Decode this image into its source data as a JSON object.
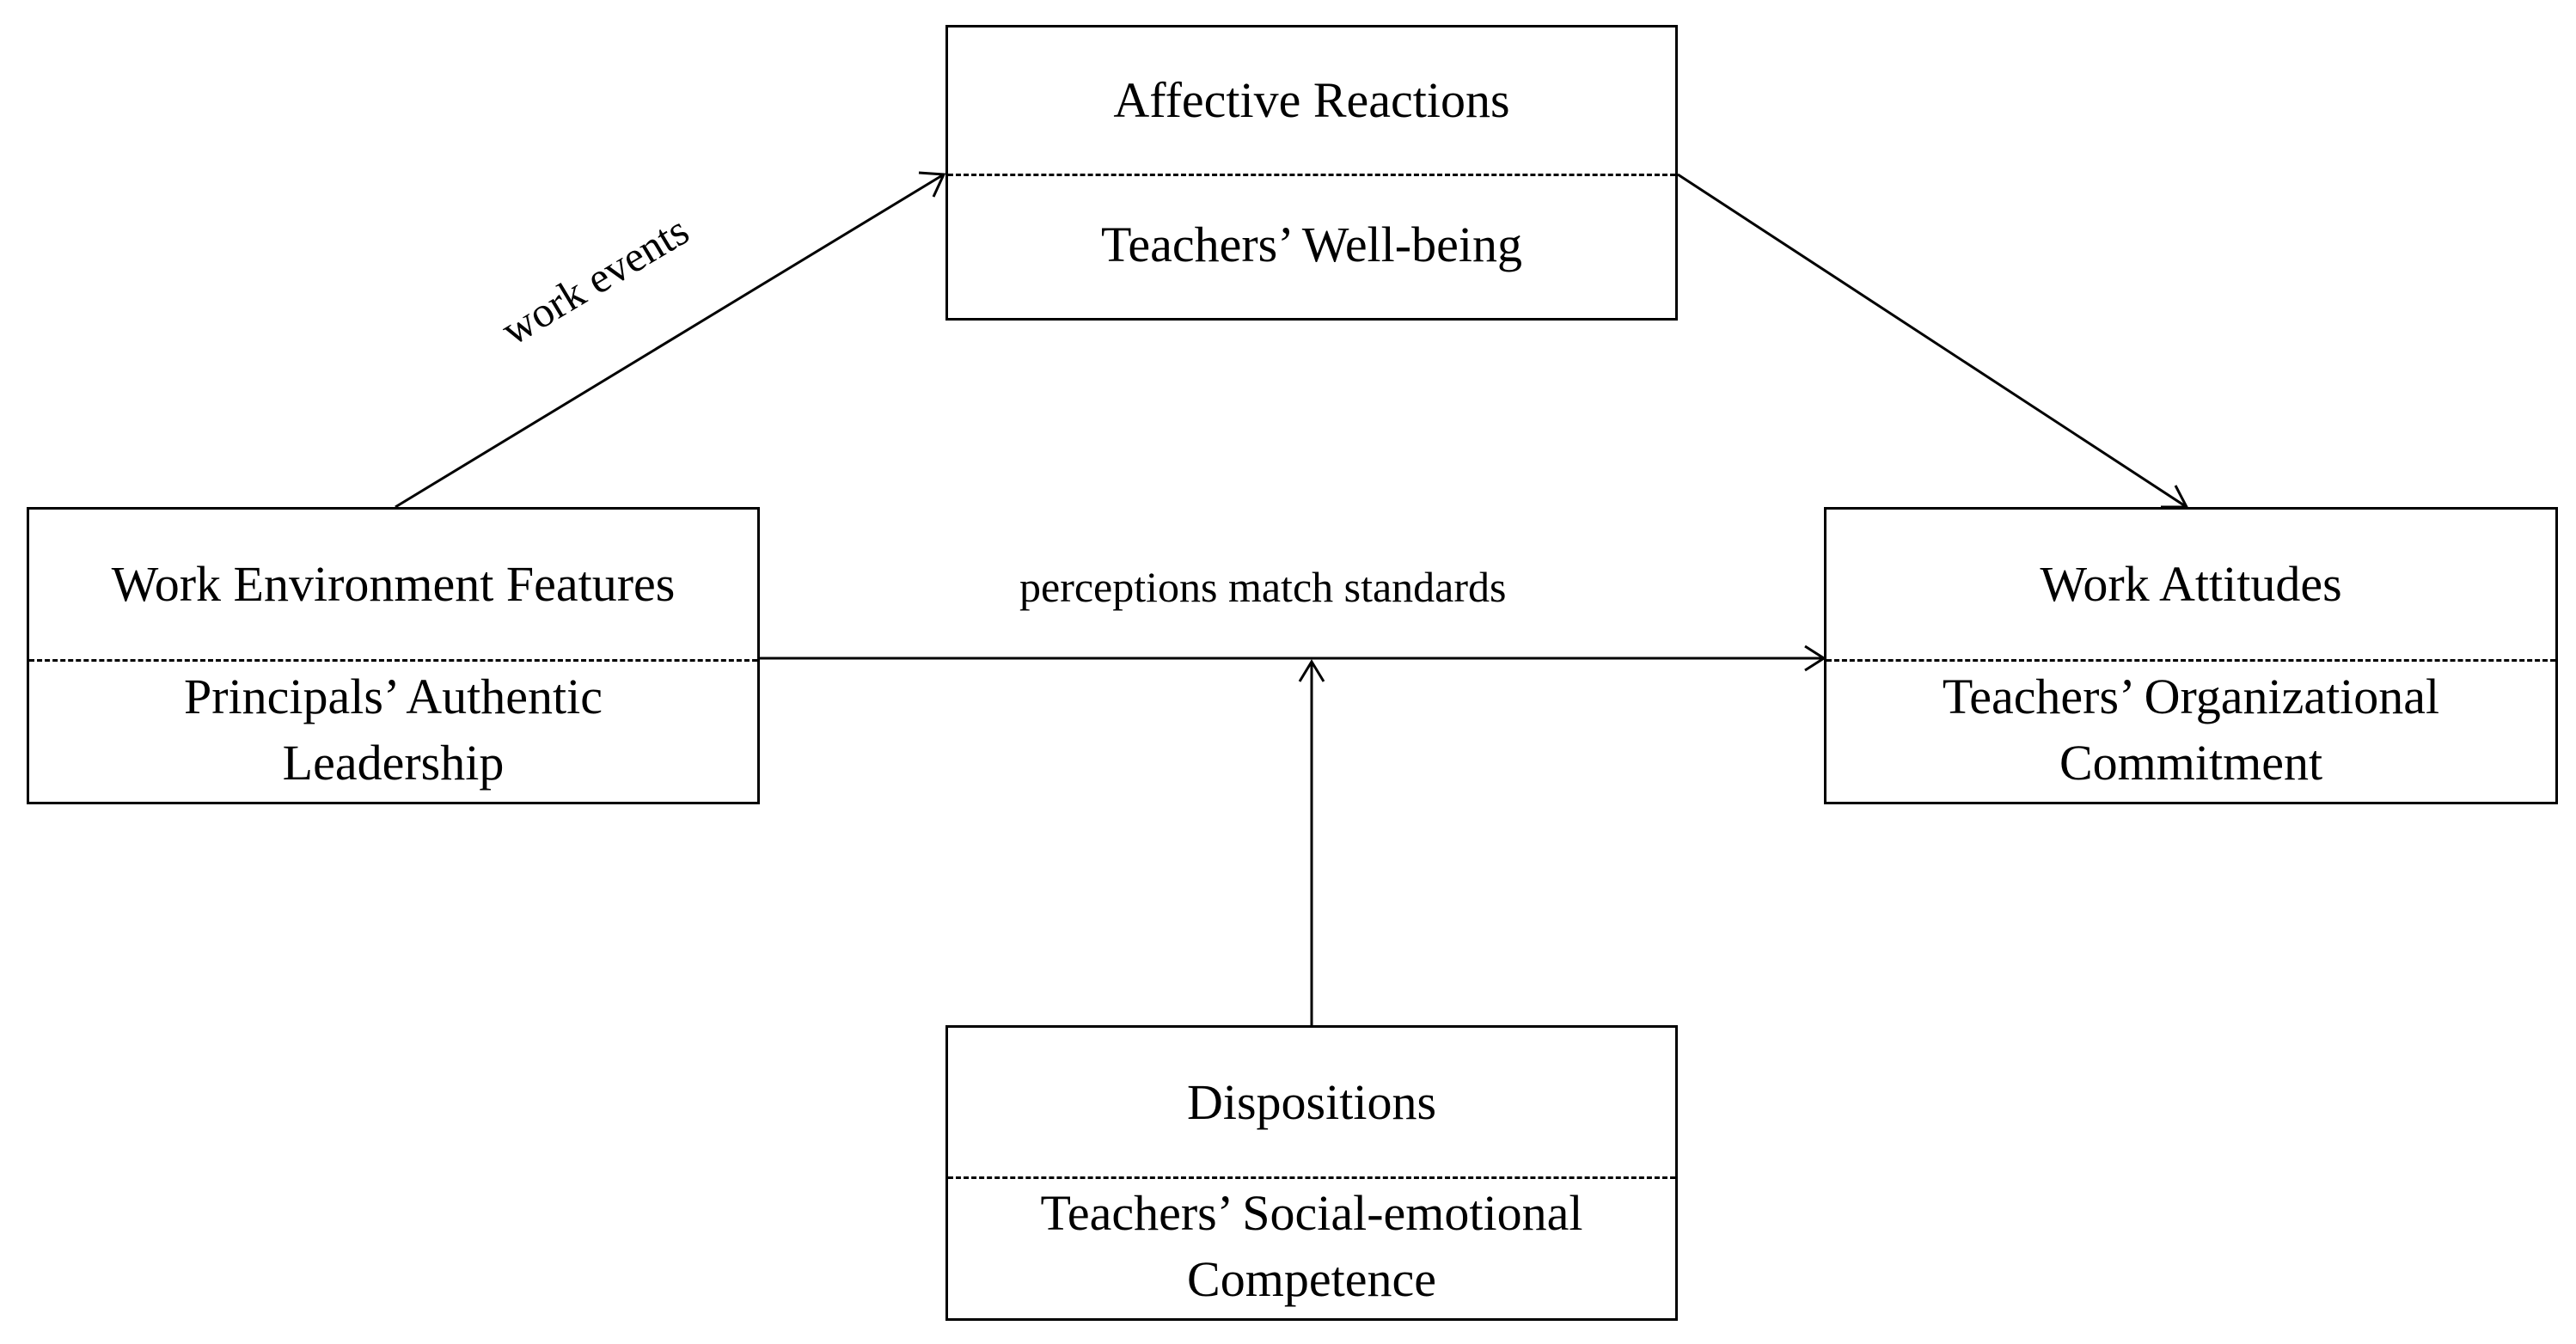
{
  "nodes": {
    "affective": {
      "construct": "Affective Reactions",
      "variable": "Teachers’ Well-being"
    },
    "environment": {
      "construct": "Work Environment Features",
      "variable": "Principals’ Authentic\nLeadership"
    },
    "attitudes": {
      "construct": "Work Attitudes",
      "variable": "Teachers’ Organizational\nCommitment"
    },
    "dispositions": {
      "construct": "Dispositions",
      "variable": "Teachers’ Social-emotional\nCompetence"
    }
  },
  "edges": {
    "work_events": "work events",
    "perceptions": "perceptions match standards"
  },
  "colors": {
    "stroke": "#000000",
    "background": "#ffffff"
  }
}
